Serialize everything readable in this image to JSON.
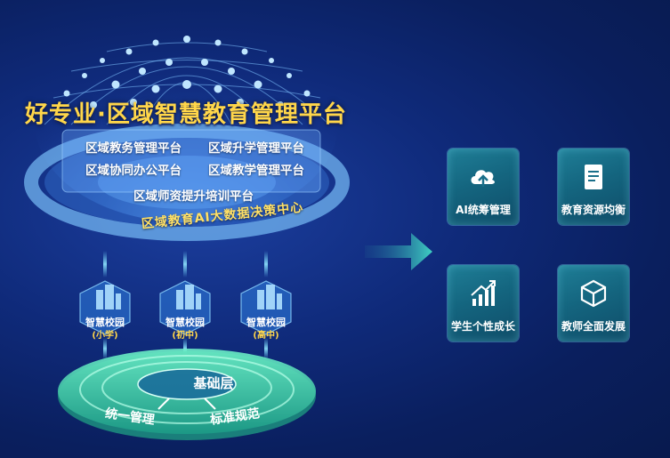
{
  "title": "好专业·区域智慧教育管理平台",
  "platforms": [
    "区域教务管理平台",
    "区域升学管理平台",
    "区域协同办公平台",
    "区域教学管理平台",
    "区域师资提升培训平台"
  ],
  "ring_label": "区域教育AI大数据决策中心",
  "campuses": [
    {
      "name": "智慧校园",
      "level": "(小学)"
    },
    {
      "name": "智慧校园",
      "level": "(初中)"
    },
    {
      "name": "智慧校园",
      "level": "(高中)"
    }
  ],
  "base": {
    "title": "基础层",
    "left": "统一管理",
    "right": "标准规范"
  },
  "outcomes": [
    {
      "label": "AI统筹管理",
      "icon": "cloud-upload-icon"
    },
    {
      "label": "教育资源均衡",
      "icon": "document-icon"
    },
    {
      "label": "学生个性成长",
      "icon": "growth-chart-icon"
    },
    {
      "label": "教师全面发展",
      "icon": "cube-icon"
    }
  ],
  "colors": {
    "title": "#ffd64a",
    "accent": "#2fd3c0",
    "card": "#1a6f8a"
  }
}
